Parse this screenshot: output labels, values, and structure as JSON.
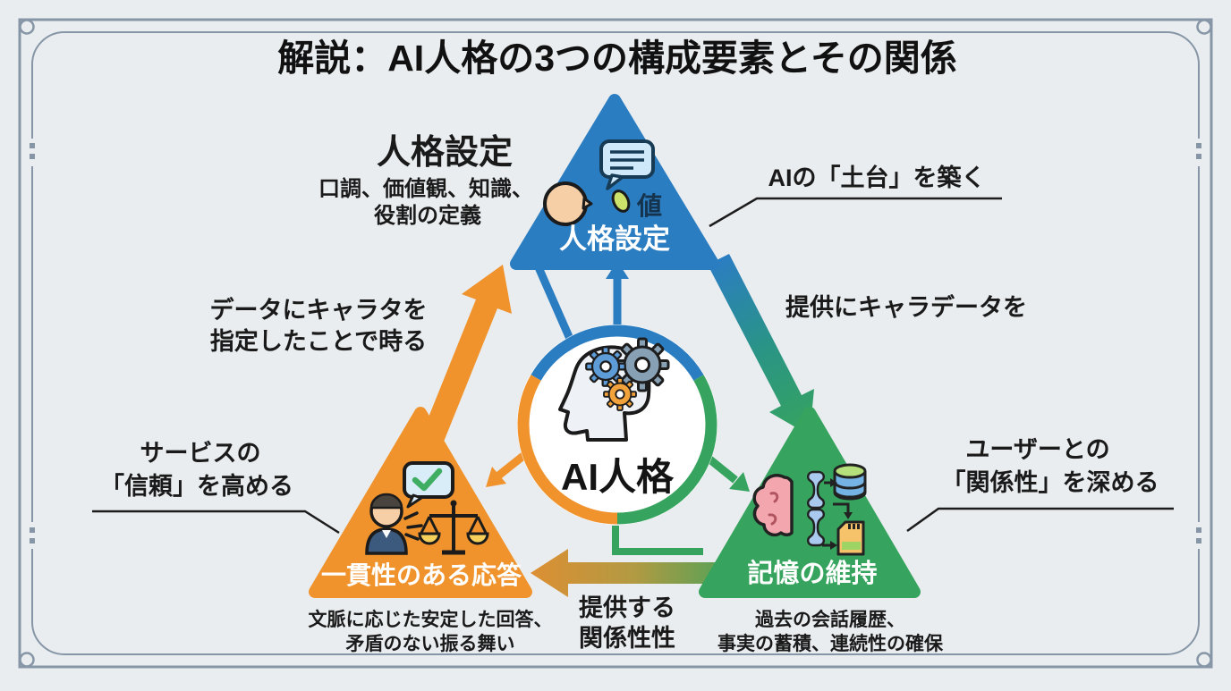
{
  "title": "解説：AI人格の3つの構成要素とその関係",
  "center": {
    "label": "AI人格"
  },
  "persona": {
    "label": "人格設定",
    "desc1": "口調、価値観、知識、",
    "desc2": "役割の定義",
    "value_glyph": "値",
    "callout": "AIの「土台」を築く"
  },
  "consistency": {
    "label": "一貫性のある応答",
    "desc1": "文脈に応じた安定した回答、",
    "desc2": "矛盾のない振る舞い",
    "callout1": "サービスの",
    "callout2": "「信頼」を高める"
  },
  "memory": {
    "label": "記憶の維持",
    "desc1": "過去の会話履歴、",
    "desc2": "事実の蓄積、連続性の確保",
    "callout1": "ユーザーとの",
    "callout2": "「関係性」を深める"
  },
  "flows": {
    "to_persona1": "データにキャラタを",
    "to_persona2": "指定したことで時る",
    "to_memory": "提供にキャラデータを",
    "to_consistency1": "提供する",
    "to_consistency2": "関係性性"
  },
  "colors": {
    "blue": "#2b7dc2",
    "orange": "#f0932d",
    "green": "#36a45e",
    "background": "#e9edef",
    "frame": "#8696a6",
    "text": "#1a1a1a"
  }
}
